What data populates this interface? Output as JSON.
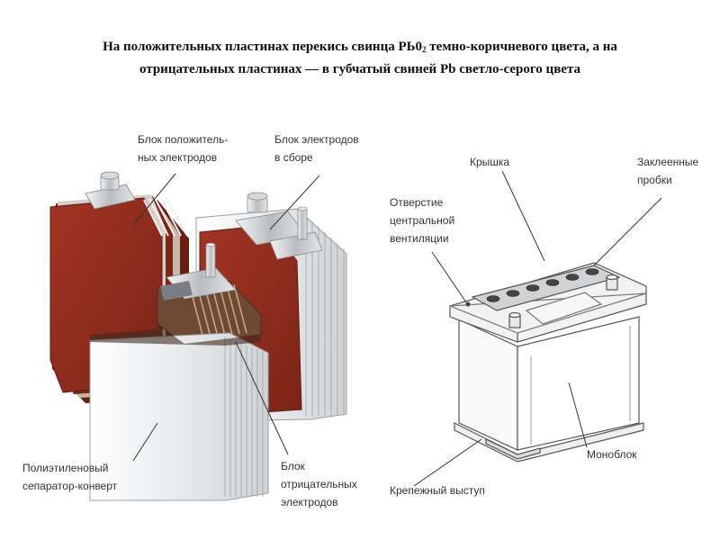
{
  "title": {
    "line1": "На положительных пластинах перекись свинца РЬ0",
    "line1_sub": "2",
    "line1_tail": " темно-коричневого цвета, а на",
    "line2": "отрицательных пластинах — в губчатый свиней Pb светло-серого цвета"
  },
  "labels": {
    "pos_block_1": "Блок положитель-",
    "pos_block_2": "ных электродов",
    "assembly_1": "Блок электродов",
    "assembly_2": "в сборе",
    "separator_1": "Полиэтиленовый",
    "separator_2": "сепаратор-конверт",
    "neg_block_1": "Блок",
    "neg_block_2": "отрицательных",
    "neg_block_3": "электродов",
    "lid": "Крышка",
    "plugs_1": "Заклеенные",
    "plugs_2": "пробки",
    "vent_1": "Отверстие",
    "vent_2": "центральной",
    "vent_3": "вентиляции",
    "monoblock": "Моноблок",
    "mount": "Крепежный выступ"
  },
  "colors": {
    "positive_plate": "#8e2b1e",
    "negative_plate": "#e6e8ea",
    "separator_edge": "#9aa0a6"
  }
}
